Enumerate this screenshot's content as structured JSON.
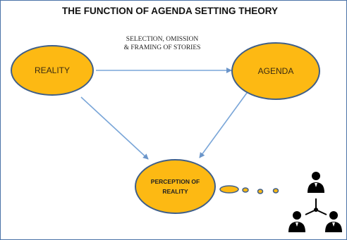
{
  "title": "THE FUNCTION OF AGENDA SETTING THEORY",
  "edge_label": {
    "line1": "SELECTION, OMISSION",
    "line2": "& FRAMING OF STORIES"
  },
  "nodes": {
    "reality": "REALITY",
    "agenda": "AGENDA",
    "perception": "PERCEPTION OF REALITY"
  },
  "colors": {
    "node_fill": "#fdb913",
    "node_border": "#3f5f89",
    "arrow": "#7aa6d8",
    "people": "#000000"
  },
  "icons": [
    "thought-bubble-icon",
    "people-network-icon"
  ]
}
